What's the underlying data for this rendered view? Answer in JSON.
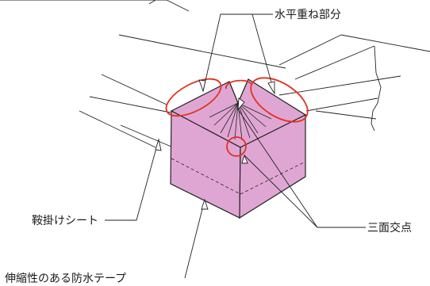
{
  "labels": {
    "horizontal_overlap": "水平重ね部分",
    "triple_intersection": "三面交点",
    "saddle_sheet": "鞍掛けシート",
    "elastic_tape": "伸縮性のある防水テープ"
  },
  "colors": {
    "tape_fill": "#e0a6d3",
    "line": "#222222",
    "highlight": "#e0321e",
    "background": "#ffffff"
  }
}
